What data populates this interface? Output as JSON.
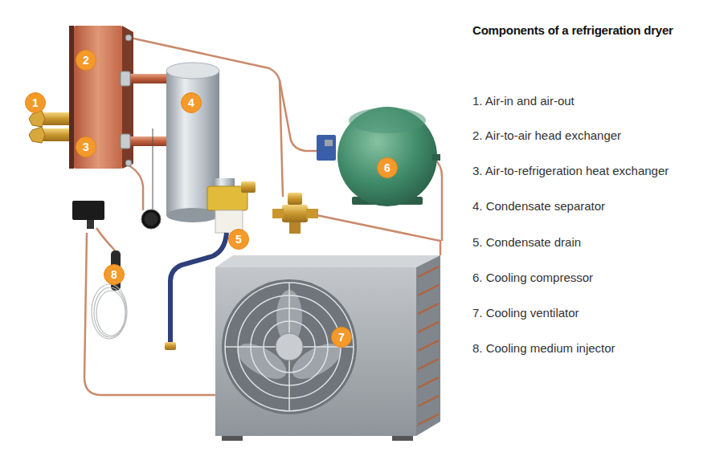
{
  "diagram": {
    "title": "Components of a refrigeration dryer",
    "nodes": [
      {
        "text": [
          "1"
        ]
      },
      {
        "text": [
          "2"
        ]
      },
      {
        "text": [
          "3"
        ]
      },
      {
        "text": [
          "4"
        ]
      },
      {
        "text": [
          "5"
        ]
      },
      {
        "text": [
          "6"
        ]
      },
      {
        "text": [
          "7"
        ]
      },
      {
        "text": [
          "8"
        ]
      }
    ],
    "labels": [
      "1. Air-in and air-out",
      "2. Air-to-air head exchanger",
      "3. Air-to-refrigeration heat exchanger",
      "4. Condensate separator",
      "5. Condensate drain",
      "6. Cooling compressor",
      "7. Cooling ventilator",
      "8. Cooling medium injector"
    ]
  }
}
